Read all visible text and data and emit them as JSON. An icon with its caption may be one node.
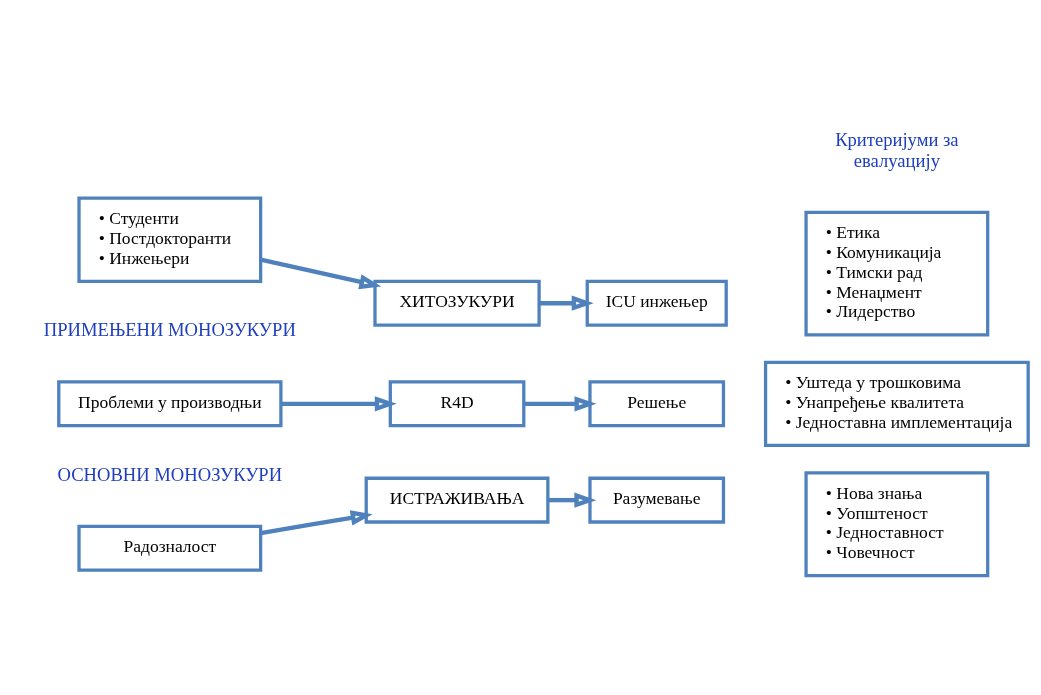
{
  "diagram": {
    "nodes": [
      {
        "text": [
          "• Студенти",
          "• Постдокторанти",
          "• Инжењери"
        ]
      },
      {
        "text": [
          "ХИТОЗУКУРИ"
        ]
      },
      {
        "text": [
          "ICU инжењер"
        ]
      },
      {
        "text": [
          "• Етика",
          "• Комуникација",
          "• Тимски рад",
          "• Менаџмент",
          "• Лидерство"
        ]
      },
      {
        "text": [
          "Проблеми у производњи"
        ]
      },
      {
        "text": [
          "R4D"
        ]
      },
      {
        "text": [
          "Решење"
        ]
      },
      {
        "text": [
          "• Уштеда у трошковима",
          "• Унапређење квалитета",
          "• Једноставна имплементација"
        ]
      },
      {
        "text": [
          "Радозналост"
        ]
      },
      {
        "text": [
          "ИСТРАЖИВАЊА"
        ]
      },
      {
        "text": [
          "Разумевање"
        ]
      },
      {
        "text": [
          "• Нова знања",
          "• Уопштеност",
          "• Једноставност",
          "• Човечност"
        ]
      }
    ],
    "edges": [
      {
        "from": 0,
        "to": 1,
        "arrow": "to"
      },
      {
        "from": 1,
        "to": 2,
        "arrow": "to"
      },
      {
        "from": 4,
        "to": 5,
        "arrow": "to"
      },
      {
        "from": 5,
        "to": 6,
        "arrow": "to"
      },
      {
        "from": 8,
        "to": 9,
        "arrow": "to"
      },
      {
        "from": 9,
        "to": 10,
        "arrow": "to"
      }
    ],
    "labels": [
      "Критеријуми за евалуацију",
      "ПРИМЕЊЕНИ МОНОЗУКУРИ",
      "ОСНОВНИ МОНОЗУКУРИ"
    ]
  }
}
